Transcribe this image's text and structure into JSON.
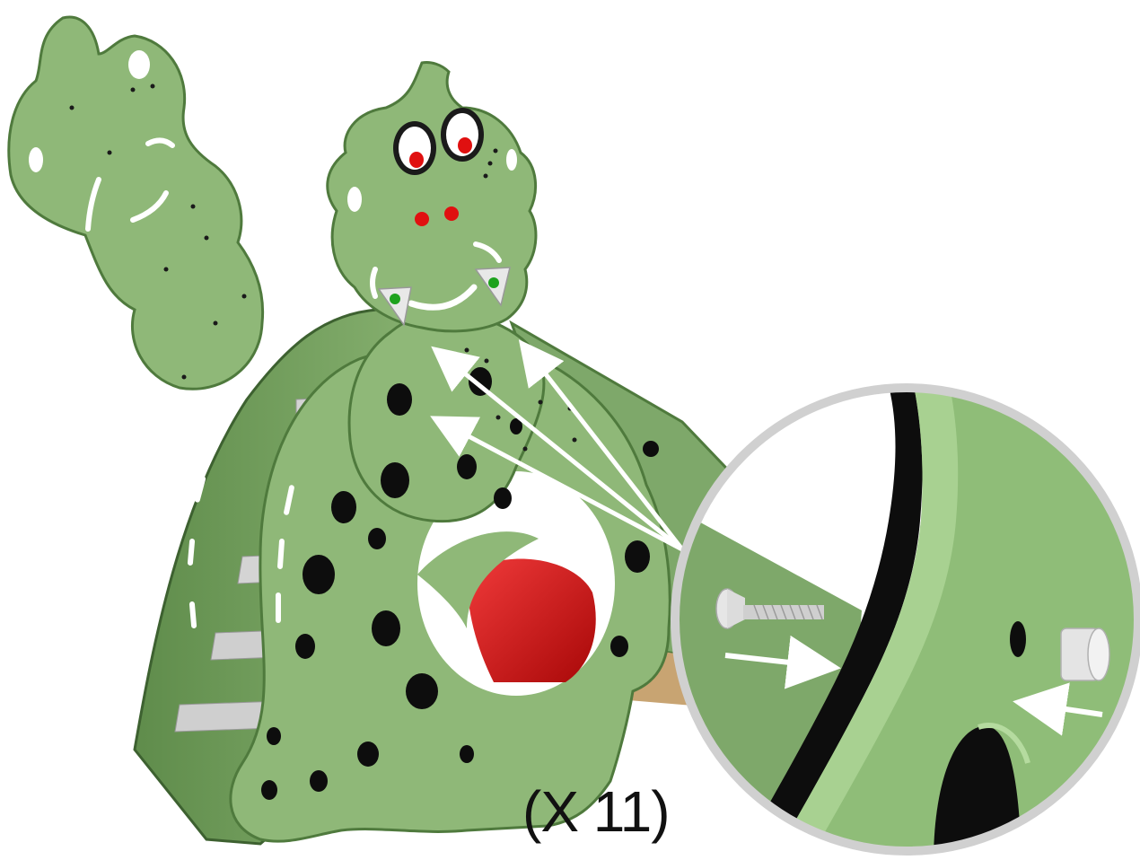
{
  "figure": {
    "quantity_label": "(X 11)"
  },
  "colors": {
    "panel_green": "#8fb878",
    "panel_green_dark": "#6e9a5a",
    "panel_edge": "#4f7a3d",
    "hole": "#0d0d0d",
    "slide_red": "#d41414",
    "step_gray": "#c9c9c9",
    "plywood": "#c8a472",
    "zoom_ring": "#d0d0d0",
    "arrow": "#ffffff"
  },
  "icons": [
    "callout-arrow",
    "zoom-detail-circle",
    "bolt",
    "cap-nut"
  ]
}
